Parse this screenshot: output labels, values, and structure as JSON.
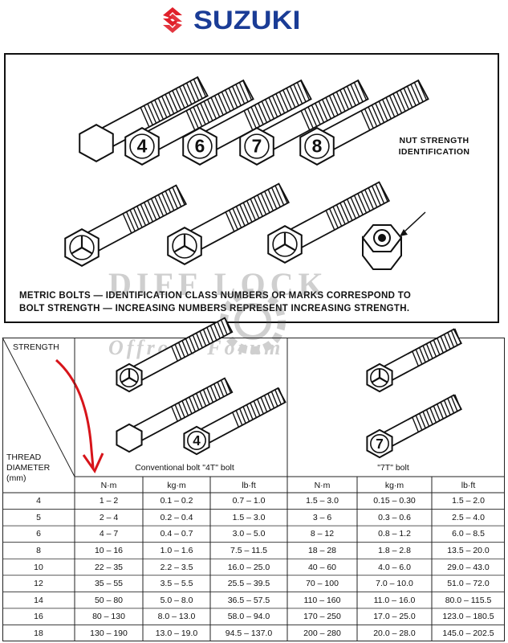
{
  "brand": {
    "name": "SUZUKI",
    "color": "#1a3c96",
    "mark_color": "#e0202a"
  },
  "top_panel": {
    "bolt_marks": [
      "4",
      "6",
      "7",
      "8"
    ],
    "nut_label_line1": "NUT STRENGTH",
    "nut_label_line2": "IDENTIFICATION",
    "caption_line1": "METRIC BOLTS — IDENTIFICATION CLASS NUMBERS OR MARKS CORRESPOND TO",
    "caption_line2": "BOLT STRENGTH — INCREASING NUMBERS REPRESENT INCREASING STRENGTH."
  },
  "watermark": {
    "line1": "DIFF LOCK",
    "line2": "Offroad Forum"
  },
  "table": {
    "strength_label": "STRENGTH",
    "thread_label_1": "THREAD",
    "thread_label_2": "DIAMETER",
    "thread_label_3": "(mm)",
    "group_4t": "Conventional bolt \"4T\" bolt",
    "group_7t": "\"7T\" bolt",
    "mark_4t": "4",
    "mark_7t": "7",
    "columns": [
      "N·m",
      "kg·m",
      "lb·ft",
      "N·m",
      "kg·m",
      "lb·ft"
    ],
    "rows": [
      {
        "d": "4",
        "v": [
          "1 – 2",
          "0.1 – 0.2",
          "0.7 – 1.0",
          "1.5 – 3.0",
          "0.15 – 0.30",
          "1.5 – 2.0"
        ]
      },
      {
        "d": "5",
        "v": [
          "2 – 4",
          "0.2 – 0.4",
          "1.5 – 3.0",
          "3 – 6",
          "0.3 – 0.6",
          "2.5 – 4.0"
        ]
      },
      {
        "d": "6",
        "v": [
          "4 – 7",
          "0.4 – 0.7",
          "3.0 – 5.0",
          "8 – 12",
          "0.8 – 1.2",
          "6.0 – 8.5"
        ]
      },
      {
        "d": "8",
        "v": [
          "10 – 16",
          "1.0 – 1.6",
          "7.5 – 11.5",
          "18 – 28",
          "1.8 – 2.8",
          "13.5 – 20.0"
        ]
      },
      {
        "d": "10",
        "v": [
          "22 – 35",
          "2.2 – 3.5",
          "16.0 – 25.0",
          "40 – 60",
          "4.0 – 6.0",
          "29.0 – 43.0"
        ]
      },
      {
        "d": "12",
        "v": [
          "35 – 55",
          "3.5 – 5.5",
          "25.5 – 39.5",
          "70 – 100",
          "7.0 – 10.0",
          "51.0 – 72.0"
        ]
      },
      {
        "d": "14",
        "v": [
          "50 – 80",
          "5.0 – 8.0",
          "36.5 – 57.5",
          "110 – 160",
          "11.0 – 16.0",
          "80.0 – 115.5"
        ]
      },
      {
        "d": "16",
        "v": [
          "80 – 130",
          "8.0 – 13.0",
          "58.0 – 94.0",
          "170 – 250",
          "17.0 – 25.0",
          "123.0 – 180.5"
        ]
      },
      {
        "d": "18",
        "v": [
          "130 – 190",
          "13.0 – 19.0",
          "94.5 – 137.0",
          "200 – 280",
          "20.0 – 28.0",
          "145.0 – 202.5"
        ]
      }
    ]
  }
}
